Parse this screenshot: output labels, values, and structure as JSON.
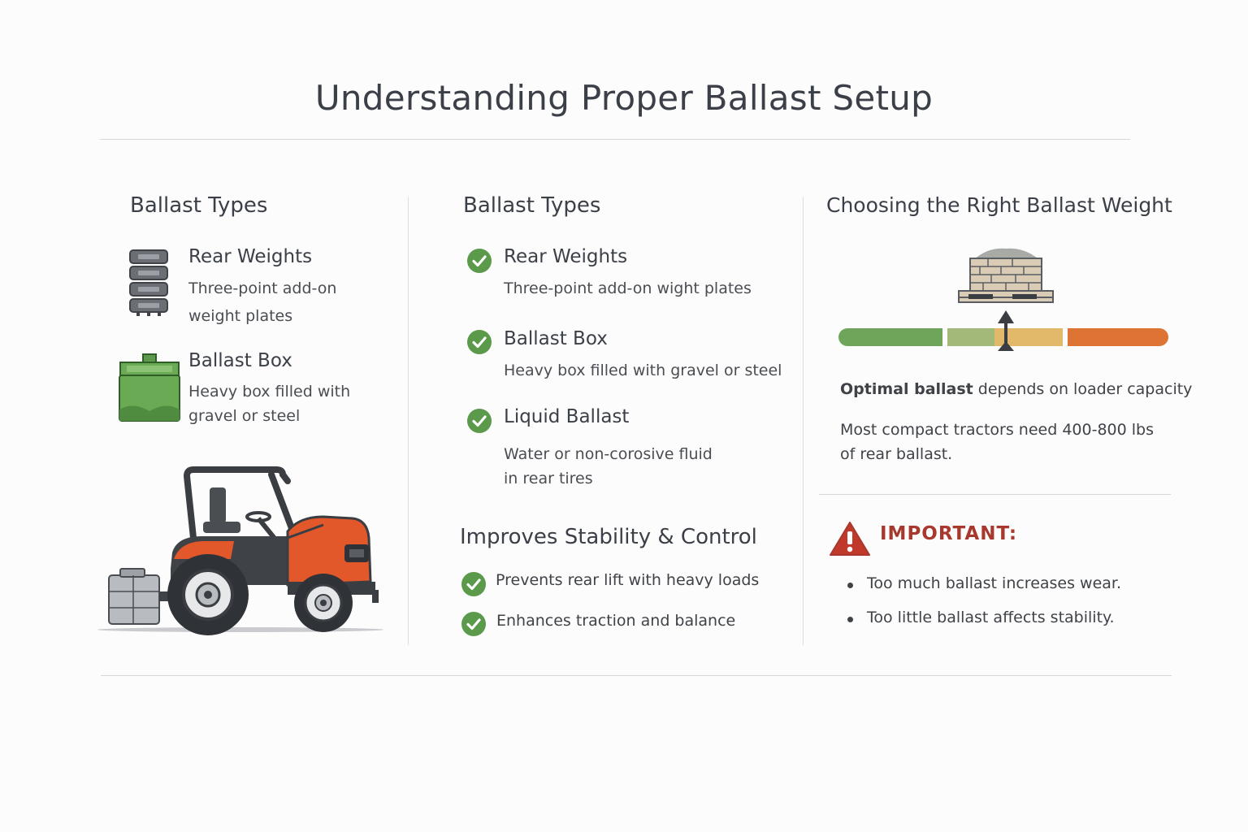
{
  "title": "Understanding Proper Ballast Setup",
  "left": {
    "heading": "Ballast Types",
    "items": [
      {
        "label": "Rear Weights",
        "desc_line1": "Three-point add-on",
        "desc_line2": "weight plates"
      },
      {
        "label": "Ballast Box",
        "desc_line1": "Heavy box filled with",
        "desc_line2": "gravel or steel"
      }
    ]
  },
  "middle": {
    "heading": "Ballast Types",
    "items": [
      {
        "label": "Rear Weights",
        "desc_line1": "Three-point add-on wight plates"
      },
      {
        "label": "Ballast Box",
        "desc_line1": "Heavy box filled with gravel or steel"
      },
      {
        "label": "Liquid Ballast",
        "desc_line1": "Water or non-corosive fluid",
        "desc_line2": "in rear tires"
      }
    ],
    "stability_heading": "Improves Stability & Control",
    "benefits": [
      "Prevents rear lift with heavy loads",
      "Enhances traction and balance"
    ]
  },
  "right": {
    "heading": "Choosing the Right Ballast Weight",
    "optimal_bold": "Optimal ballast",
    "optimal_rest": " depends on loader capacity",
    "note_line1": "Most compact tractors need 400-800 lbs",
    "note_line2": "of rear ballast.",
    "important_label": "IMPORTANT:",
    "bullets": [
      "Too much ballast increases wear.",
      "Too little ballast affects stability."
    ]
  },
  "colors": {
    "check_green": "#5a9a4a",
    "tractor_orange": "#e2582a",
    "warning_red": "#c0392b",
    "scale_green": "#6ea55a",
    "scale_yellow": "#e2b86a",
    "scale_orange": "#de7434"
  },
  "icons": [
    "rear-weights-icon",
    "ballast-box-icon",
    "tractor-illustration",
    "check-icon",
    "pallet-icon",
    "weight-scale-bar",
    "warning-icon"
  ]
}
